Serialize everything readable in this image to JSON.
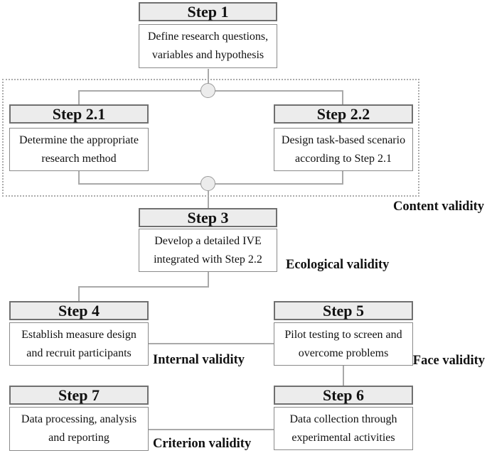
{
  "flowchart": {
    "steps": [
      {
        "label": "Step 1",
        "desc": "Define research questions, variables and hypothesis"
      },
      {
        "label": "Step 2.1",
        "desc": "Determine the appropriate research method"
      },
      {
        "label": "Step 2.2",
        "desc": "Design task-based scenario according to Step 2.1"
      },
      {
        "label": "Step 3",
        "desc": "Develop a detailed IVE integrated with Step 2.2"
      },
      {
        "label": "Step 4",
        "desc": "Establish measure design and recruit participants"
      },
      {
        "label": "Step 5",
        "desc": "Pilot testing to screen and overcome problems"
      },
      {
        "label": "Step 6",
        "desc": "Data collection through experimental activities"
      },
      {
        "label": "Step 7",
        "desc": "Data processing, analysis and reporting"
      }
    ],
    "validity_labels": {
      "content": "Content validity",
      "ecological": "Ecological validity",
      "internal": "Internal validity",
      "face": "Face validity",
      "criterion": "Criterion validity"
    },
    "colors": {
      "header_fill": "#ececec",
      "header_border": "#707070",
      "body_fill": "#ffffff",
      "body_border": "#8a8a8a",
      "connector": "#a9a9a9",
      "dashed_frame": "#ababab",
      "junction_fill": "#ececec",
      "junction_border": "#9a9a9a",
      "text": "#111111"
    }
  }
}
